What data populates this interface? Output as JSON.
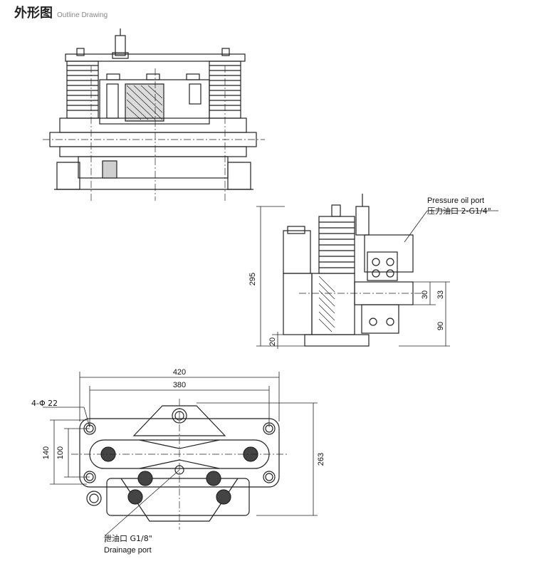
{
  "header": {
    "title_cn": "外形图",
    "title_en": "Outline Drawing"
  },
  "side_view": {
    "pressure_port_en": "Pressure oil port",
    "pressure_port_cn": "压力油口 2-G1/4\"",
    "dims": {
      "height": "295",
      "base": "20",
      "shaft": "30",
      "boss": "33",
      "center": "90"
    }
  },
  "bottom_view": {
    "dims": {
      "width_outer": "420",
      "width_inner": "380",
      "holes": "4-Φ 22",
      "span_140": "140",
      "span_100": "100",
      "height": "263"
    },
    "drain_port_cn": "泄油口 G1/8\"",
    "drain_port_en": "Drainage port"
  }
}
